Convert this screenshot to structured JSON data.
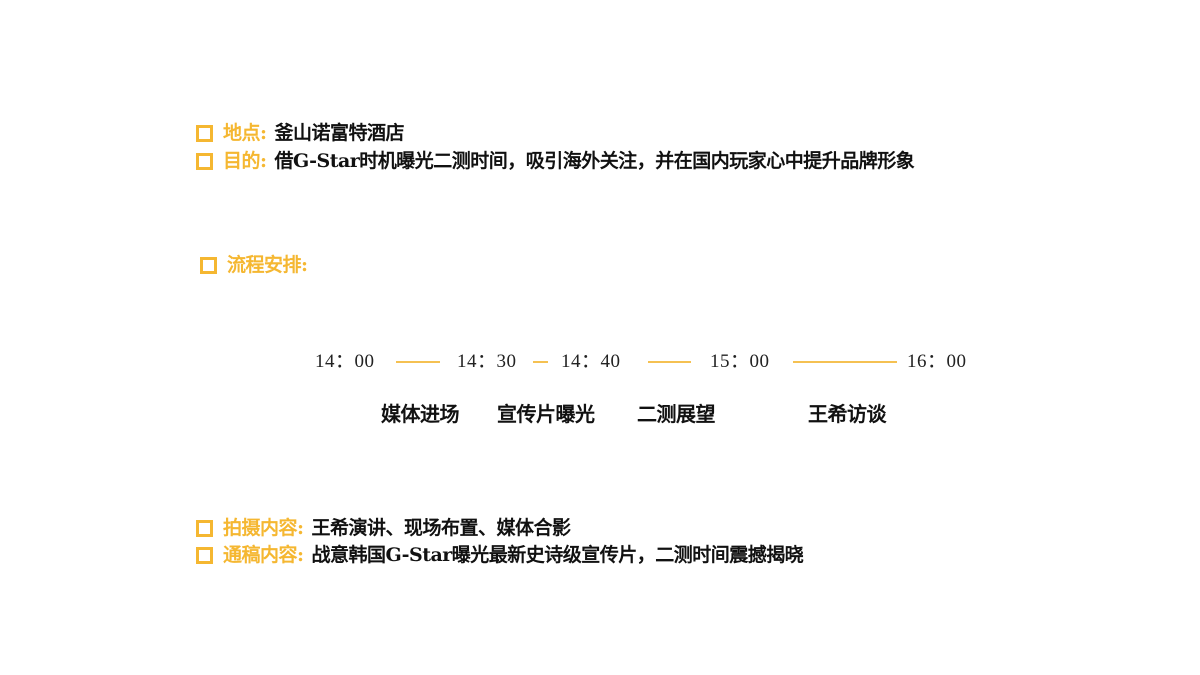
{
  "info": {
    "location": {
      "label": "地点:",
      "value": "釜山诺富特酒店"
    },
    "purpose": {
      "label": "目的:",
      "value": "借G-Star时机曝光二测时间，吸引海外关注，并在国内玩家心中提升品牌形象"
    }
  },
  "schedule": {
    "label": "流程安排:",
    "times": [
      "14：00",
      "14：30",
      "14：40",
      "15：00",
      "16：00"
    ],
    "steps": [
      "媒体进场",
      "宣传片曝光",
      "二测展望",
      "王希访谈"
    ]
  },
  "content": {
    "shooting": {
      "label": "拍摄内容:",
      "value": "王希演讲、现场布置、媒体合影"
    },
    "press": {
      "label": "通稿内容:",
      "value": "战意韩国G-Star曝光最新史诗级宣传片，二测时间震撼揭晓"
    }
  },
  "colors": {
    "accent": "#f5b731",
    "text": "#111111",
    "timeline_line": "#f5c152"
  }
}
